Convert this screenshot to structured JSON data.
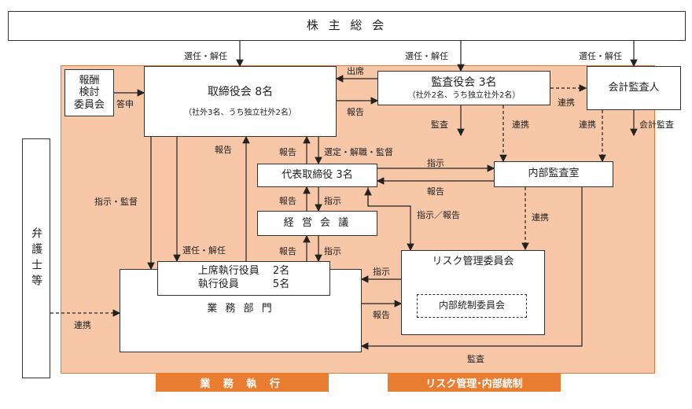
{
  "nodes": {
    "shareholders": "株 主 総 会",
    "remuneration": [
      "報酬",
      "検討",
      "委員会"
    ],
    "board_title": "取締役会 8名",
    "board_sub": "（社外3名、うち独立社外2名）",
    "auditors_title": "監査役会 3名",
    "auditors_sub": "（社外2名、うち独立社外2名）",
    "accounting_auditor": "会計監査人",
    "representative": "代表取締役 3名",
    "internal_audit": "内部監査室",
    "management_meeting": "経 営 会 議",
    "senior_officers": "上席執行役員　 2名",
    "officers": "執行役員　　　 5名",
    "business": "業 務 部 門",
    "risk_committee": "リスク管理委員会",
    "internal_control": "内部統制委員会",
    "lawyer": "弁護士等"
  },
  "labels": {
    "elect1": "選任・解任",
    "elect2": "選任・解任",
    "elect3": "選任・解任",
    "attendance": "出席",
    "report_aud": "報告",
    "liaison_aa": "連携",
    "reply": "答申",
    "audit_aud": "監査",
    "liaison_aud_ia": "連携",
    "liaison_aa_ia": "連携",
    "accounting_audit": "会計監査",
    "report_upper": "報告",
    "report_rep_board": "報告",
    "appoint": "選定・解職・監督",
    "instruct_ia": "指示",
    "report_ia": "報告",
    "instruct_supervise": "指示・監督",
    "report_mm_rep": "報告",
    "instruct_rep_mm": "指示",
    "instruct_report": "指示／報告",
    "liaison_ia_risk": "連携",
    "elect_officers": "選任・解任",
    "report_off_mm": "報告",
    "instruct_mm_off": "指示",
    "instruct_risk": "指示",
    "report_risk": "報告",
    "liaison_lawyer": "連携",
    "audit_bottom": "監査"
  },
  "footer": {
    "execution": "業 務 執 行",
    "risk_control": "リスク管理･内部統制"
  },
  "colors": {
    "region_fill": "#f8c7a8",
    "footer_fill": "#e97e33"
  }
}
